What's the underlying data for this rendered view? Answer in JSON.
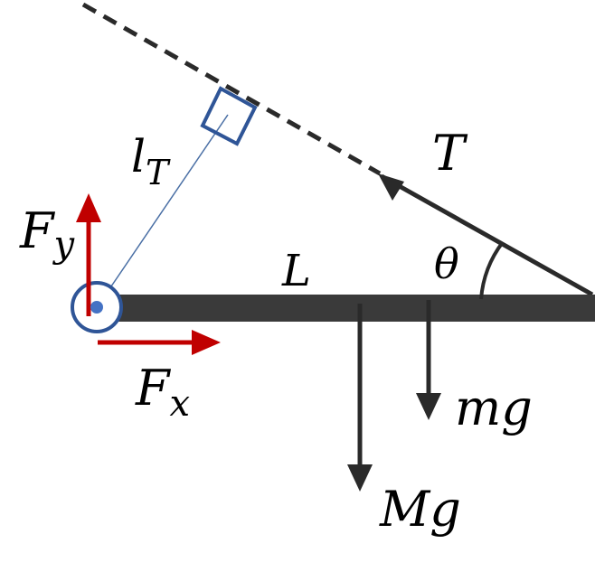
{
  "labels": {
    "tension": "T",
    "angle": "θ",
    "length": "L",
    "lever_arm_main": "l",
    "lever_arm_sub": "T",
    "fy_main": "F",
    "fy_sub": "y",
    "fx_main": "F",
    "fx_sub": "x",
    "mg": "mg",
    "Mg": "Mg"
  },
  "colors": {
    "beam": "#3a3a3a",
    "force_dark": "#2a2a2a",
    "reaction_force": "#c00000",
    "pivot": "#2f5597",
    "pivot_fill": "#4472c4",
    "lever_line": "#4a6fa5",
    "right_angle_marker": "#2f5597"
  }
}
